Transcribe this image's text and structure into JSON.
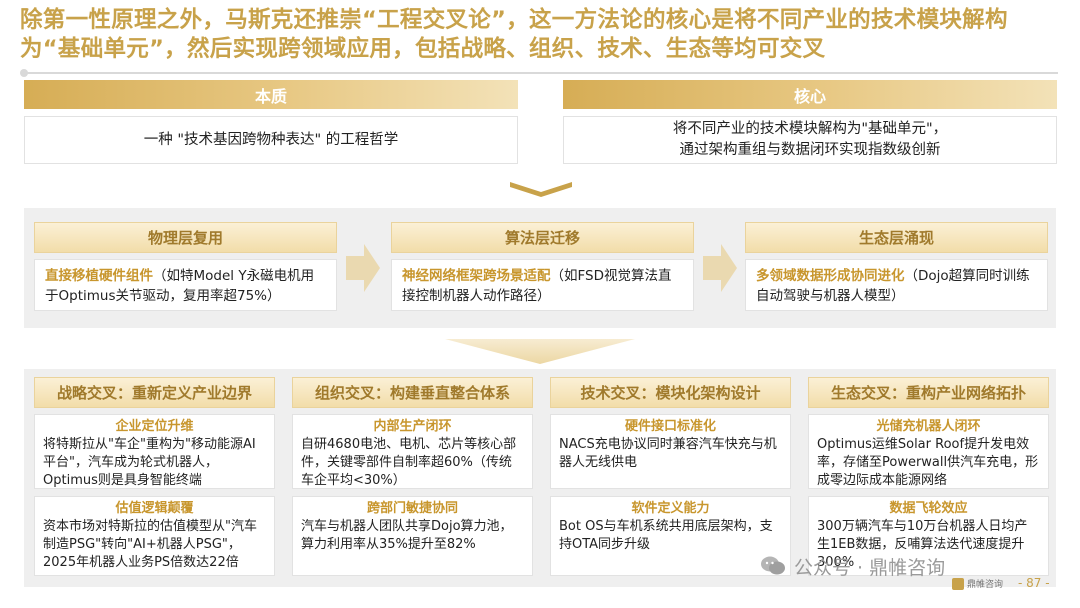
{
  "header": {
    "title": "除第一性原理之外，马斯克还推崇“工程交叉论”，这一方法论的核心是将不同产业的技术模块解构为“基础单元”，然后实现跨领域应用，包括战略、组织、技术、生态等均可交叉"
  },
  "top": {
    "essence": {
      "label": "本质",
      "text": "一种 \"技术基因跨物种表达\" 的工程哲学"
    },
    "core": {
      "label": "核心",
      "line1": "将不同产业的技术模块解构为\"基础单元\"，",
      "line2": "通过架构重组与数据闭环实现指数级创新"
    }
  },
  "layers": [
    {
      "label": "物理层复用",
      "highlight": "直接移植硬件组件",
      "text": "（如特Model Y永磁电机用于Optimus关节驱动，复用率超75%）"
    },
    {
      "label": "算法层迁移",
      "highlight": "神经网络框架跨场景适配",
      "text": "（如FSD视觉算法直接控制机器人动作路径）"
    },
    {
      "label": "生态层涌现",
      "highlight": "多领域数据形成协同进化",
      "text": "（Dojo超算同时训练自动驾驶与机器人模型）"
    }
  ],
  "columns": [
    {
      "label": "战略交叉：重新定义产业边界",
      "cards": [
        {
          "title": "企业定位升维",
          "text": "将特斯拉从\"车企\"重构为\"移动能源AI平台\"，汽车成为轮式机器人，Optimus则是具身智能终端"
        },
        {
          "title": "估值逻辑颠覆",
          "text": "资本市场对特斯拉的估值模型从\"汽车制造PSG\"转向\"AI+机器人PSG\"，2025年机器人业务PS倍数达22倍"
        }
      ]
    },
    {
      "label": "组织交叉：构建垂直整合体系",
      "cards": [
        {
          "title": "内部生产闭环",
          "text": "自研4680电池、电机、芯片等核心部件，关键零部件自制率超60%（传统车企平均<30%）"
        },
        {
          "title": "跨部门敏捷协同",
          "text": "汽车与机器人团队共享Dojo算力池，算力利用率从35%提升至82%"
        }
      ]
    },
    {
      "label": "技术交叉：模块化架构设计",
      "cards": [
        {
          "title": "硬件接口标准化",
          "text": "NACS充电协议同时兼容汽车快充与机器人无线供电"
        },
        {
          "title": "软件定义能力",
          "text": "Bot OS与车机系统共用底层架构，支持OTA同步升级"
        }
      ]
    },
    {
      "label": "生态交叉：重构产业网络拓扑",
      "cards": [
        {
          "title": "光储充机器人闭环",
          "text": "Optimus运维Solar Roof提升发电效率，存储至Powerwall供汽车充电，形成零边际成本能源网络"
        },
        {
          "title": "数据飞轮效应",
          "text": "300万辆汽车与10万台机器人日均产生1EB数据，反哺算法迭代速度提升300%"
        }
      ]
    }
  ],
  "footer": {
    "watermark": "公众号 · 鼎帷咨询",
    "brand": "鼎帷咨询",
    "page": "- 87 -"
  },
  "colors": {
    "gold": "#c8a24a",
    "gold_dark": "#a07a2c",
    "panel": "#efefef"
  }
}
